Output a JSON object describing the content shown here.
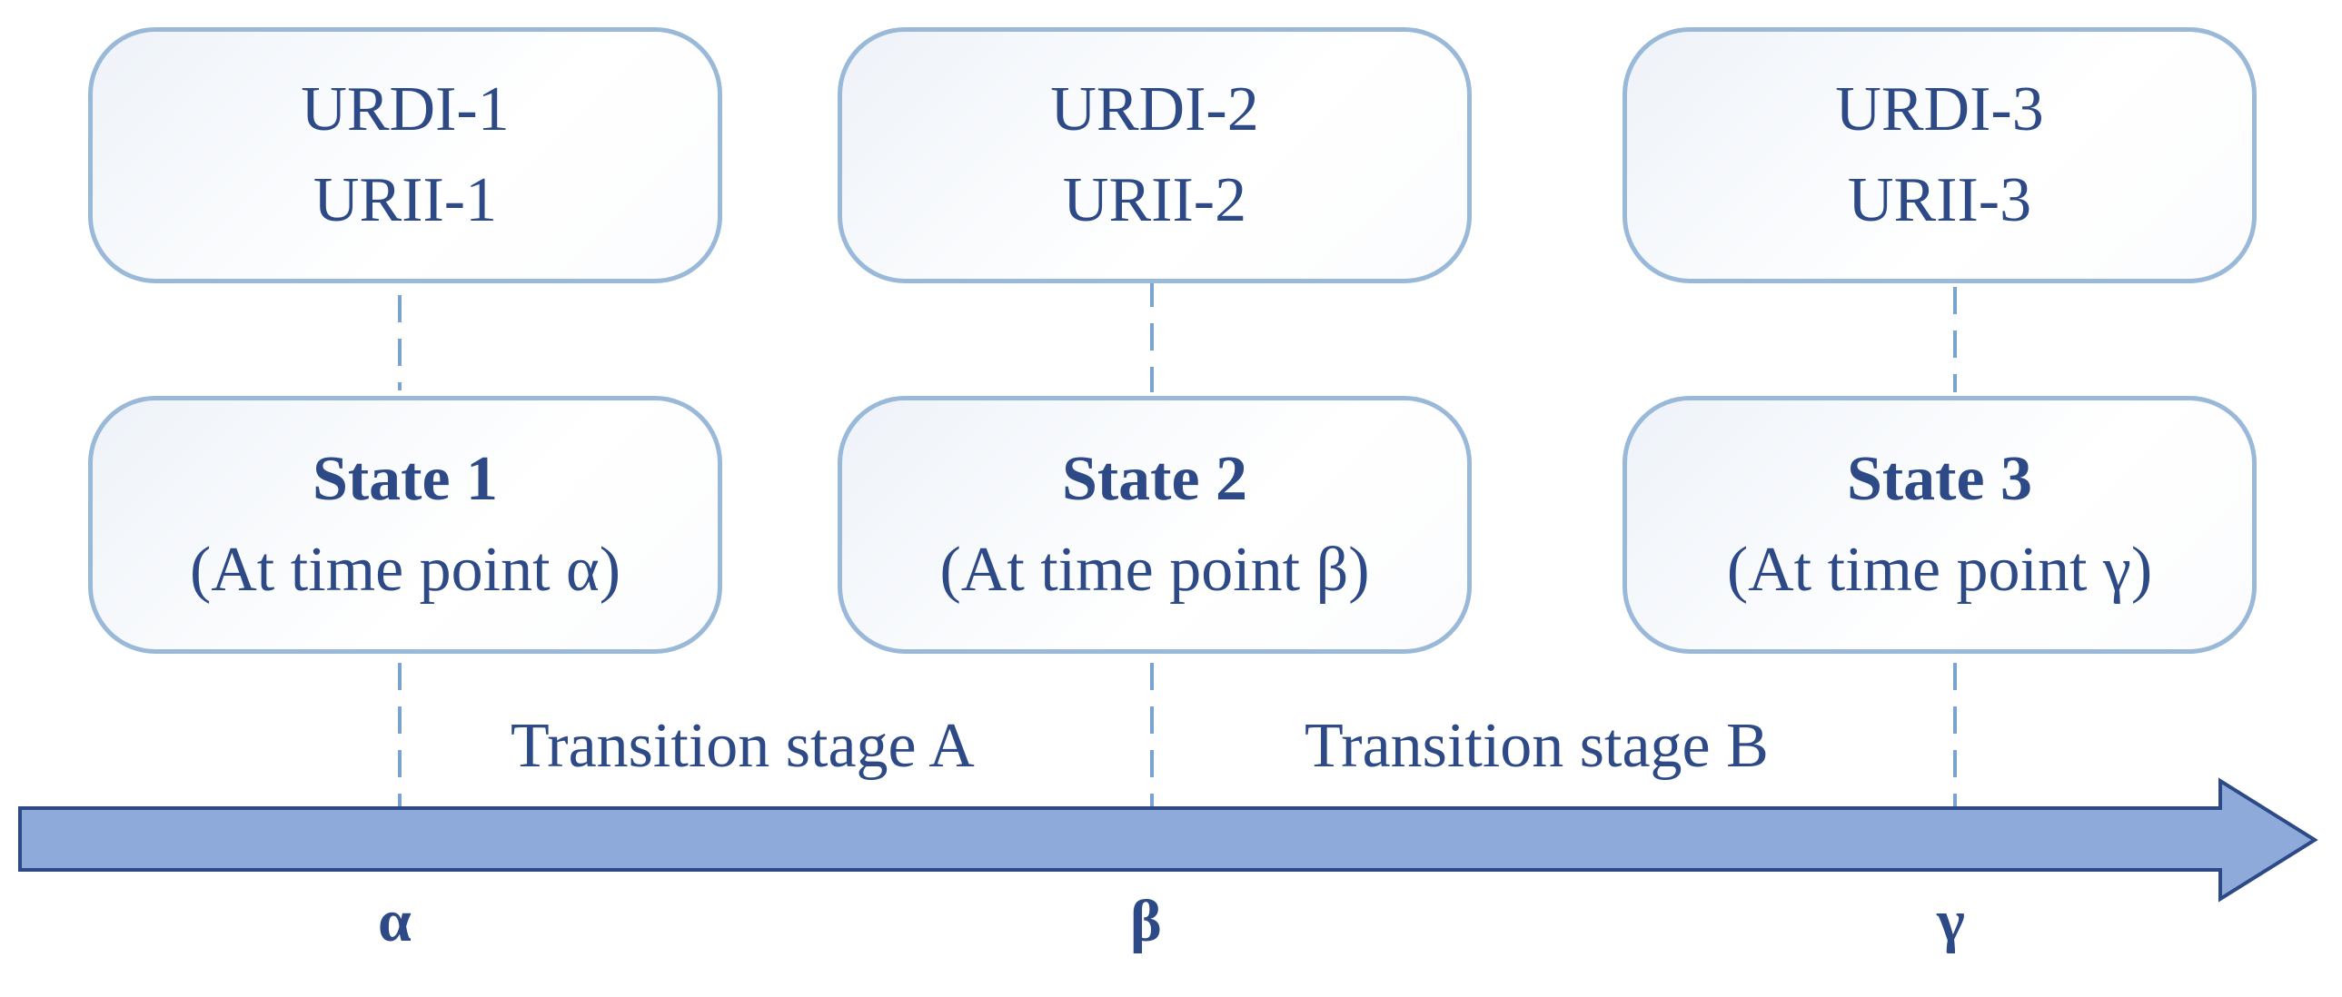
{
  "top_boxes": [
    {
      "line1": "URDI-1",
      "line2": "URII-1"
    },
    {
      "line1": "URDI-2",
      "line2": "URII-2"
    },
    {
      "line1": "URDI-3",
      "line2": "URII-3"
    }
  ],
  "states": [
    {
      "title": "State 1",
      "subtitle": "(At time point α)"
    },
    {
      "title": "State 2",
      "subtitle": "(At time point β)"
    },
    {
      "title": "State 3",
      "subtitle": "(At time point γ)"
    }
  ],
  "stages": [
    {
      "label": "Transition stage A"
    },
    {
      "label": "Transition stage B"
    }
  ],
  "time_points": [
    {
      "label": "α"
    },
    {
      "label": "β"
    },
    {
      "label": "γ"
    }
  ],
  "colors": {
    "box_border": "#9ab9d8",
    "text": "#2e4a86",
    "arrow_fill": "#8eaadb",
    "arrow_stroke": "#2e4a86",
    "dash": "#7aa3cf"
  }
}
